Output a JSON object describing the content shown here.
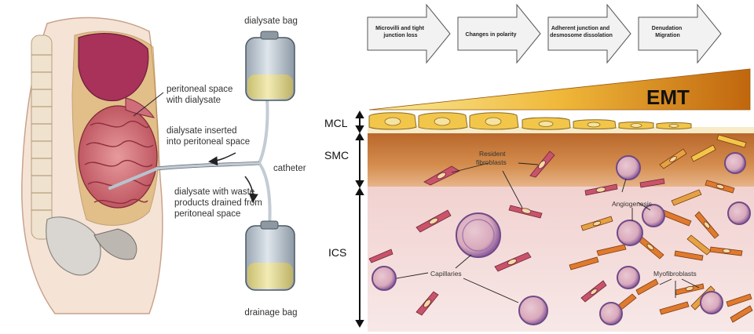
{
  "left_panel": {
    "labels": {
      "dialysate_bag": "dialysate bag",
      "peritoneal_space": [
        "peritoneal space",
        "with dialysate"
      ],
      "dialysate_inserted": [
        "dialysate inserted",
        "into peritoneal space"
      ],
      "catheter": "catheter",
      "drained": [
        "dialysate with waste",
        "products drained from",
        "peritoneal space"
      ],
      "drainage_bag": "drainage bag"
    }
  },
  "right_panel": {
    "steps": [
      [
        "Microvilli and tight",
        "junction loss"
      ],
      [
        "Changes in polarity"
      ],
      [
        "Adherent junction and",
        "desmosome dissolation"
      ],
      [
        "Denudation",
        "Migration"
      ]
    ],
    "emt_label": "EMT",
    "layers": [
      "MCL",
      "SMC",
      "ICS"
    ],
    "annotations": {
      "resident": [
        "Resident",
        "fibroblasts"
      ],
      "angiogenesis": "Angiogenesis",
      "capillaries": "Capillaries",
      "myofibroblasts": "Myofibroblasts"
    },
    "colors": {
      "mesothelial": "#f2c64a",
      "submesothelial": "#c97a3a",
      "interstitial": "#f6e3e2",
      "emt_dark": "#c06a10",
      "emt_light": "#f6e27a",
      "capillary": "#a87bb6",
      "fibroblast": "#c9536a",
      "myofibroblast": "#e07a2e"
    }
  }
}
